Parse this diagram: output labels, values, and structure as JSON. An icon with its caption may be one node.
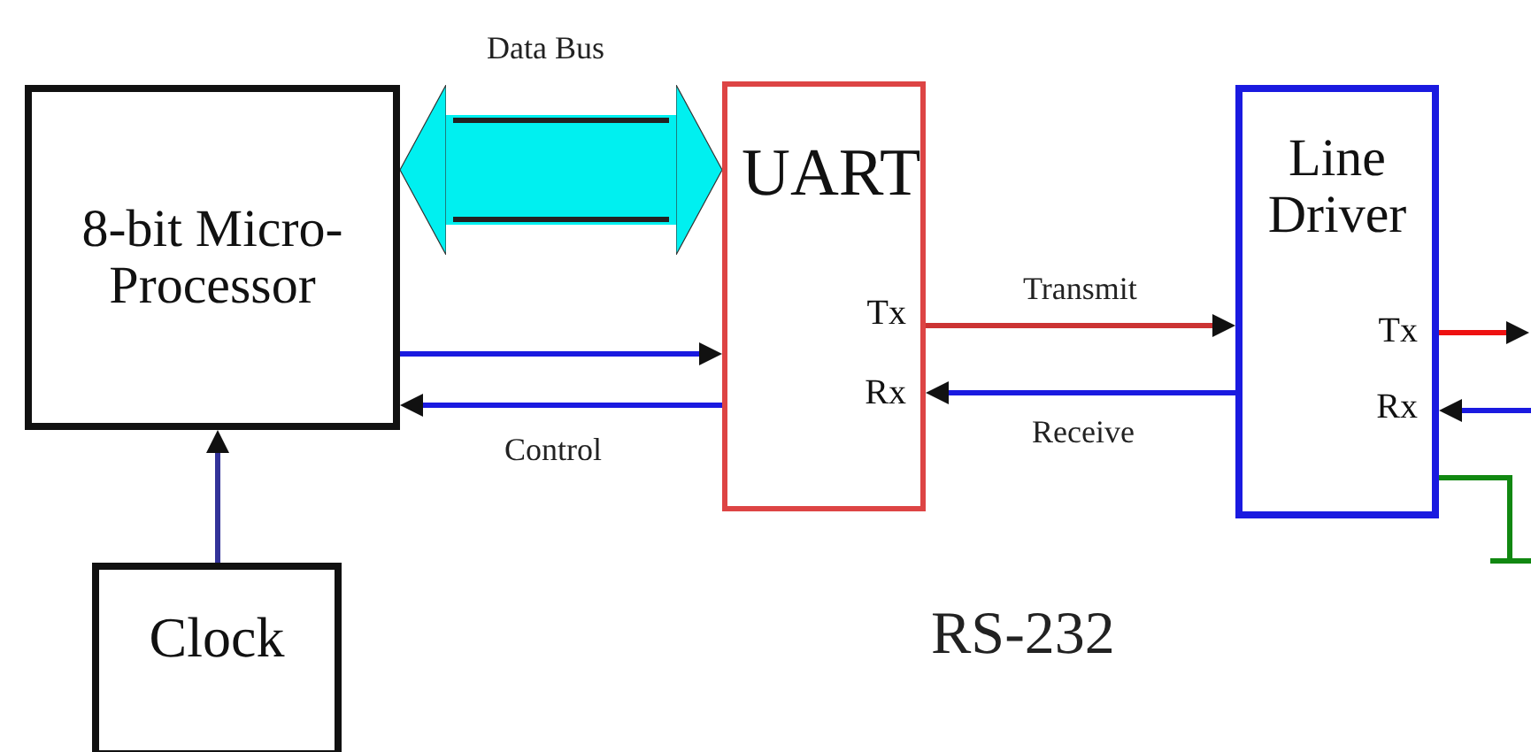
{
  "diagram": {
    "nodes": [
      {
        "text": [
          "8-bit Micro-Processor"
        ]
      },
      {
        "text": [
          "Clock"
        ]
      },
      {
        "text": [
          "UART",
          "Tx",
          "Rx"
        ]
      },
      {
        "text": [
          "Line Driver",
          "Tx",
          "Rx"
        ]
      }
    ],
    "edges": [
      {
        "from": 0,
        "to": 2,
        "arrow": "both",
        "label": "Data Bus",
        "style": "thick",
        "color": "#00f0f0"
      },
      {
        "from": 0,
        "to": 2,
        "arrow": "to"
      },
      {
        "from": 2,
        "to": 0,
        "arrow": "to",
        "label": "Control"
      },
      {
        "from": 1,
        "to": 0,
        "arrow": "to",
        "color": "#333399"
      },
      {
        "from": 2,
        "to": 3,
        "arrow": "to",
        "label": "Transmit",
        "color": "#cc3333"
      },
      {
        "from": 3,
        "to": 2,
        "arrow": "to",
        "label": "Receive"
      },
      {
        "from": 3,
        "to": null,
        "arrow": "to",
        "color": "#ee1111"
      },
      {
        "from": null,
        "to": 3,
        "arrow": "to"
      },
      {
        "from": 3,
        "to": null,
        "arrow": "none",
        "color": "#118811"
      }
    ],
    "labels": [
      "RS-232"
    ]
  }
}
